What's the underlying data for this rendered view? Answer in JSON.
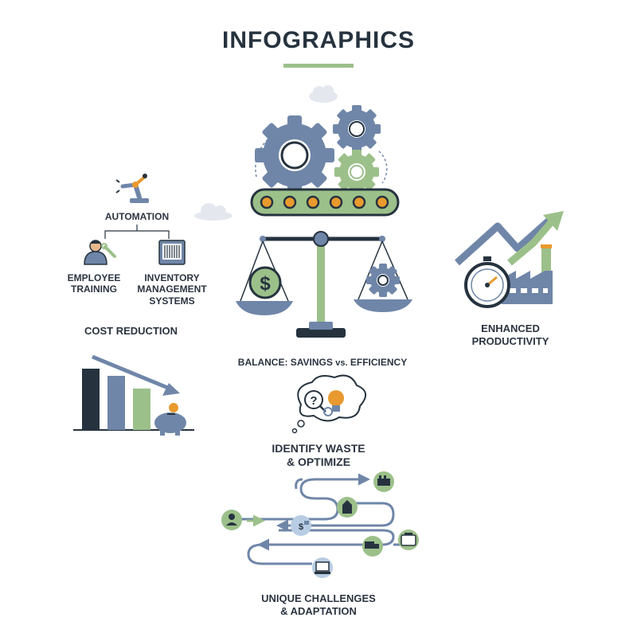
{
  "title": "INFOGRAPHICS",
  "labels": {
    "automation": "AUTOMATION",
    "employee_training_1": "EMPLOYEE",
    "employee_training_2": "TRAINING",
    "inventory_1": "INVENTORY",
    "inventory_2": "MANAGEMENT",
    "inventory_3": "SYSTEMS",
    "cost_reduction": "COST REDUCTION",
    "balance_prefix": "BALANCE: SAVINGS ",
    "balance_vs": "vs.",
    "balance_suffix": " EFFICIENCY",
    "enhanced_1": "ENHANCED",
    "enhanced_2": "PRODUCTIVITY",
    "identify_1": "IDENTIFY WASTE",
    "identify_2": "& OPTIMIZE",
    "unique_1": "UNIQUE CHALLENGES",
    "unique_2": "& ADAPTATION"
  },
  "icons": {
    "scale_left": "dollar-coin-icon",
    "scale_right": "gear-icon",
    "thought": "question-lightbulb-icon"
  },
  "colors": {
    "dark": "#26333f",
    "blue": "#6f86a8",
    "green": "#9cc08a",
    "orange": "#e89a2e",
    "light_blue": "#b8cde3"
  }
}
